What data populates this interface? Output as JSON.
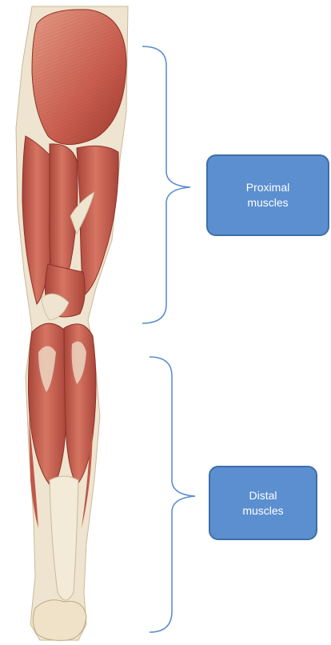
{
  "figure": {
    "image_icon": "leg-muscles-posterior-illustration",
    "colors": {
      "muscle": "#c8584a",
      "muscle_light": "#e2927f",
      "muscle_dark": "#9e3b31",
      "tendon": "#efe4cf",
      "bracket": "#5b8fcf",
      "box_fill": "#5b8fcf",
      "box_border": "#3d6ea8"
    }
  },
  "labels": {
    "proximal": {
      "line1": "Proximal",
      "line2": "muscles"
    },
    "distal": {
      "line1": "Distal",
      "line2": "muscles"
    }
  }
}
